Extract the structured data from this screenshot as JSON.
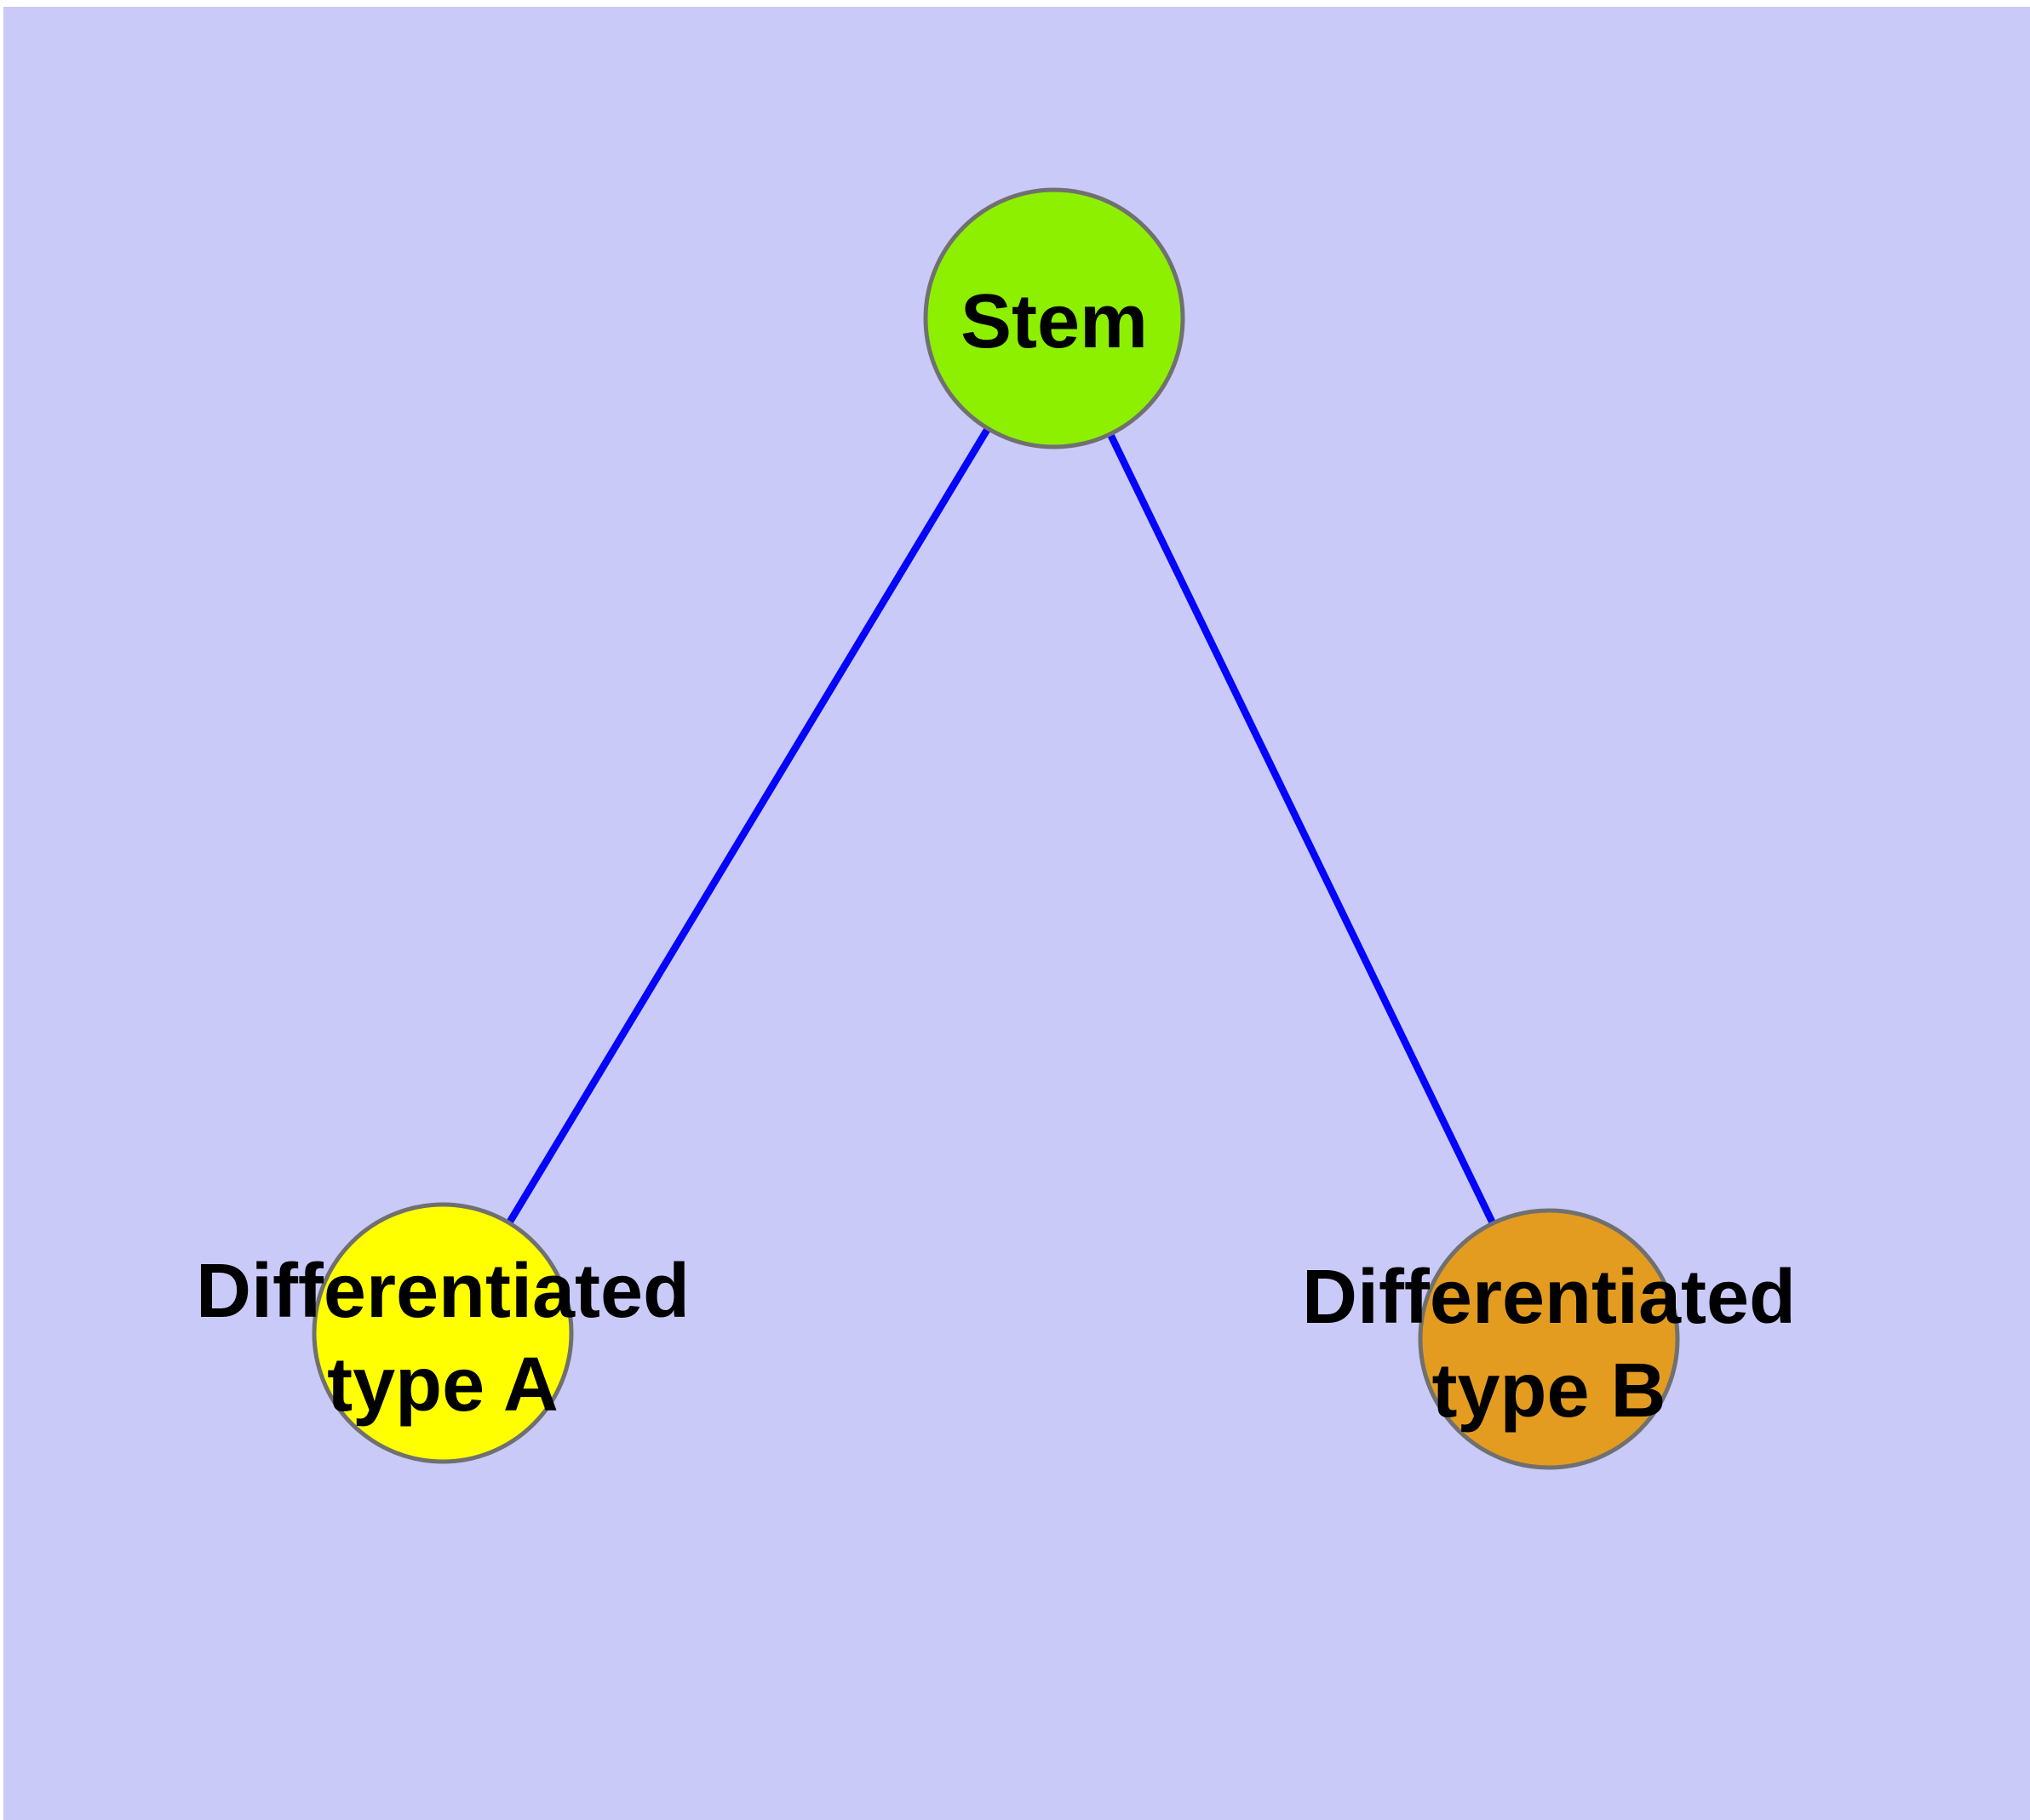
{
  "diagram": {
    "type": "graph",
    "background_color": "#CACAF8",
    "edge_color": "#0505FA",
    "node_border_color": "#707070",
    "text_color": "#000000",
    "nodes": [
      {
        "id": "stem",
        "label": "Stem",
        "fill": "#8DF000"
      },
      {
        "id": "differentiated-type-a",
        "label_line1": "Differentiated",
        "label_line2": "type A",
        "fill": "#FFFF00"
      },
      {
        "id": "differentiated-type-b",
        "label_line1": "Differentiated",
        "label_line2": "type B",
        "fill": "#E39C20"
      }
    ],
    "edges": [
      {
        "from": "Stem",
        "to": "Differentiated type A"
      },
      {
        "from": "Stem",
        "to": "Differentiated type B"
      }
    ]
  }
}
